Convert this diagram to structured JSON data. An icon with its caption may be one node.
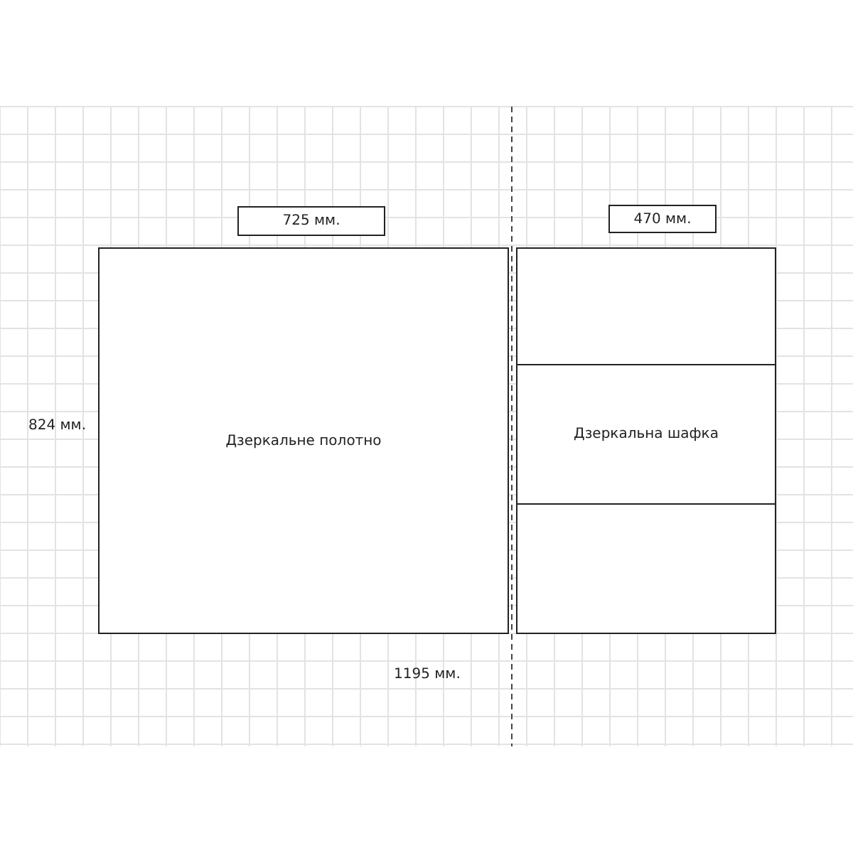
{
  "diagram": {
    "nodes": [
      {
        "text": [
          "725 мм."
        ]
      },
      {
        "text": [
          "470 мм."
        ]
      },
      {
        "text": [
          "Дзеркальне полотно"
        ]
      },
      {
        "text": [],
        "shape": "box"
      },
      {
        "text": [
          "Дзеркальна шафка"
        ]
      },
      {
        "text": [],
        "shape": "box"
      }
    ],
    "edges": [],
    "labels": [
      "824 мм.",
      "1195 мм."
    ]
  }
}
